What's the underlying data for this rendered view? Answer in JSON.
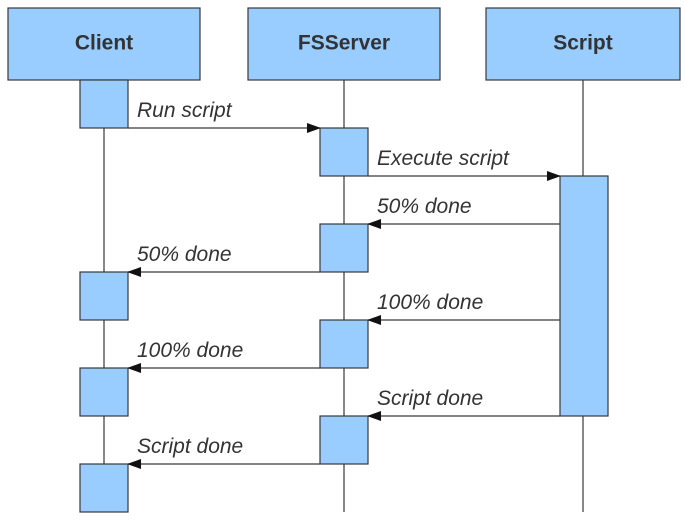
{
  "lifelines": {
    "client": "Client",
    "fsserver": "FSServer",
    "script": "Script"
  },
  "messages": {
    "m0": "Run script",
    "m1": "Execute script",
    "m2": "50% done",
    "m3": "50% done",
    "m4": "100% done",
    "m5": "100% done",
    "m6": "Script done",
    "m7": "Script done"
  },
  "colors": {
    "box_fill": "#99ccff",
    "stroke": "#3a3a3a",
    "text": "#333333"
  }
}
